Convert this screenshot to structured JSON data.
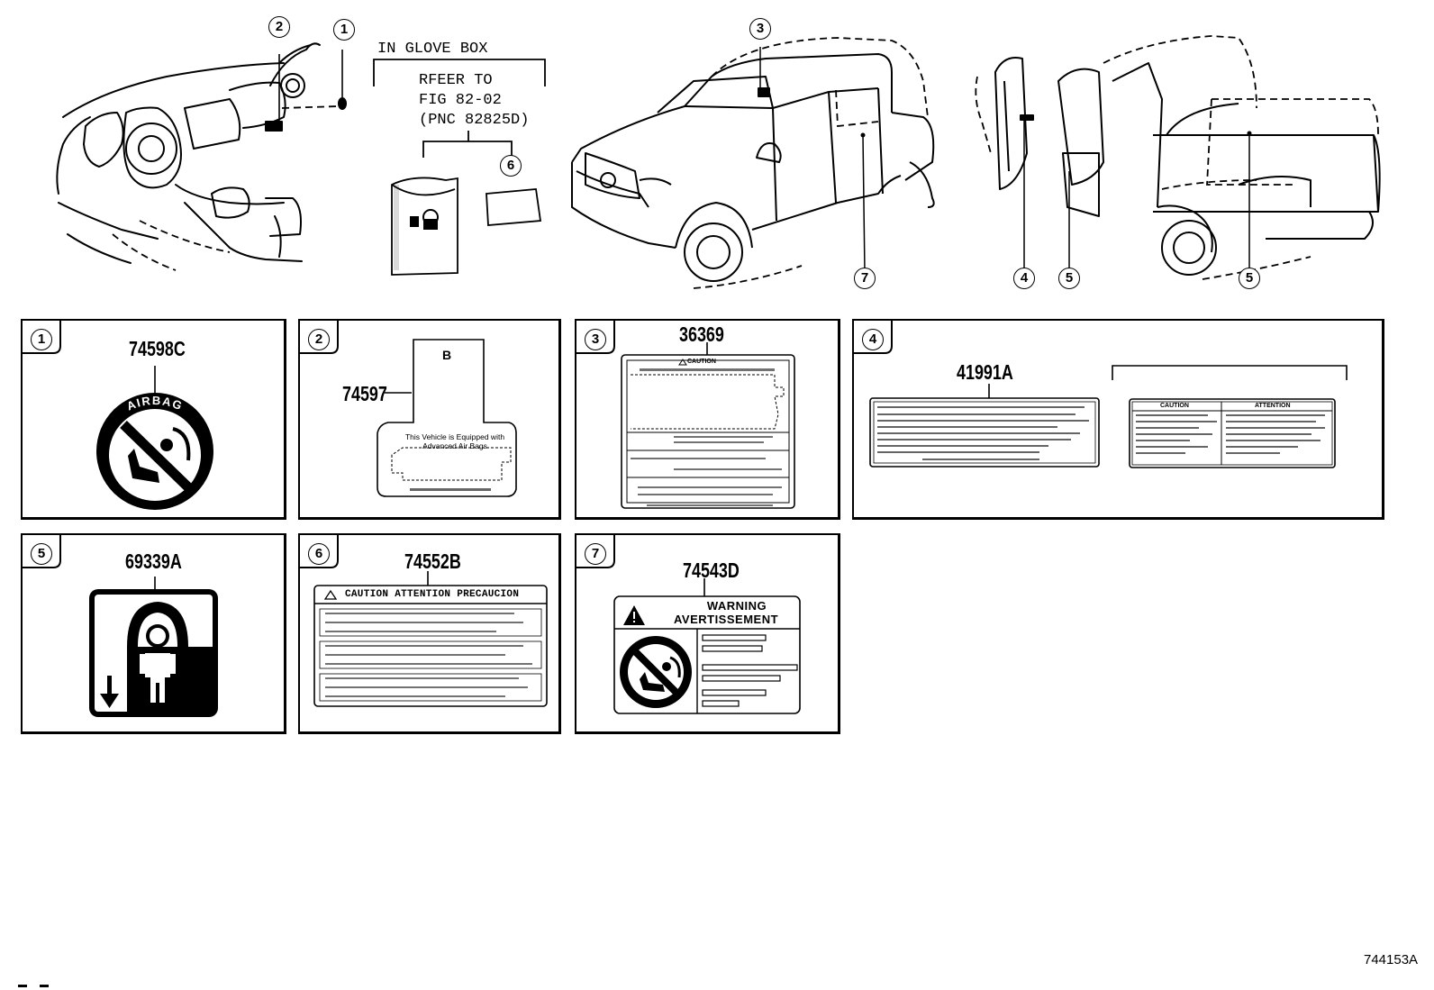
{
  "diagram_id": "744153A",
  "glove_box": {
    "heading": "IN GLOVE BOX",
    "ref_lines": [
      "RFEER TO",
      "FIG 82-02",
      "(PNC 82825D)"
    ]
  },
  "callouts": {
    "c1": "1",
    "c2": "2",
    "c3": "3",
    "c4": "4",
    "c5": "5",
    "c6": "6",
    "c7": "7",
    "c5b": "5"
  },
  "panels": [
    {
      "num": "1",
      "part": "74598C",
      "seal_text": "AIRBAG"
    },
    {
      "num": "2",
      "part": "74597",
      "tag_letter": "B",
      "label_lines": [
        "This Vehicle is Equipped with",
        "Advanced Air Bags"
      ]
    },
    {
      "num": "3",
      "part": "36369",
      "label_title": "CAUTION"
    },
    {
      "num": "4",
      "part": "41991A",
      "label_head": "CAUTION",
      "label_head2": "ATTENTION"
    },
    {
      "num": "5",
      "part": "69339A"
    },
    {
      "num": "6",
      "part": "74552B",
      "label_title": "CAUTION ATTENTION PRECAUCION"
    },
    {
      "num": "7",
      "part": "74543D",
      "label_title1": "WARNING",
      "label_title2": "AVERTISSEMENT"
    }
  ]
}
